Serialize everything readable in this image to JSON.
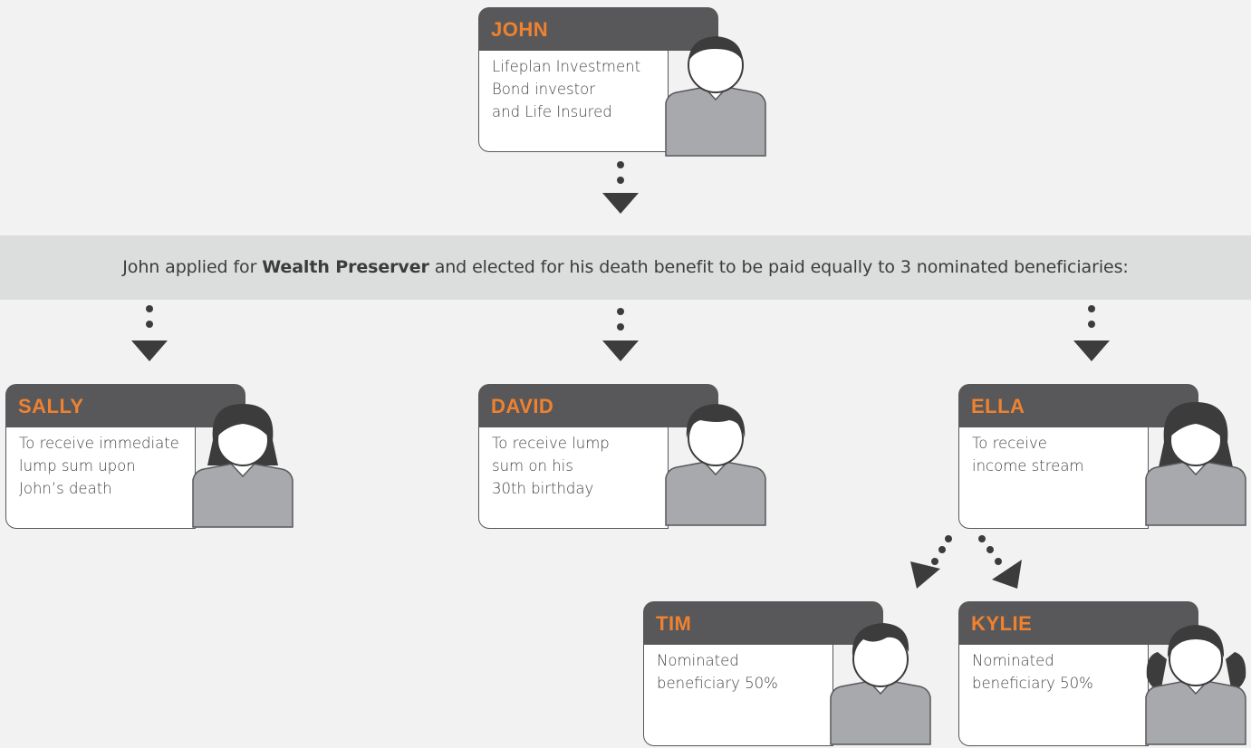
{
  "colors": {
    "name_accent": "#f0822f",
    "header_bg": "#58585a",
    "band_bg": "#dcdddd",
    "page_bg": "#f1f2f1"
  },
  "top": {
    "name": "JOHN",
    "description": "Lifeplan Investment\nBond investor\nand Life Insured",
    "avatar": "male-person-icon"
  },
  "banner": {
    "prefix": "John applied for ",
    "bold": "Wealth Preserver",
    "suffix": " and elected for his death benefit to be paid equally to 3 nominated beneficiaries:"
  },
  "beneficiaries": [
    {
      "name": "SALLY",
      "description": "To receive immediate\nlump sum upon\nJohn’s death",
      "avatar": "female-person-icon"
    },
    {
      "name": "DAVID",
      "description": "To receive lump\nsum on his\n30th birthday",
      "avatar": "male-person-icon"
    },
    {
      "name": "ELLA",
      "description": "To receive\nincome stream",
      "avatar": "female-person-icon"
    }
  ],
  "sub_beneficiaries": [
    {
      "name": "TIM",
      "description": "Nominated\nbeneficiary 50%",
      "avatar": "boy-person-icon"
    },
    {
      "name": "KYLIE",
      "description": "Nominated\nbeneficiary 50%",
      "avatar": "girl-person-icon"
    }
  ]
}
